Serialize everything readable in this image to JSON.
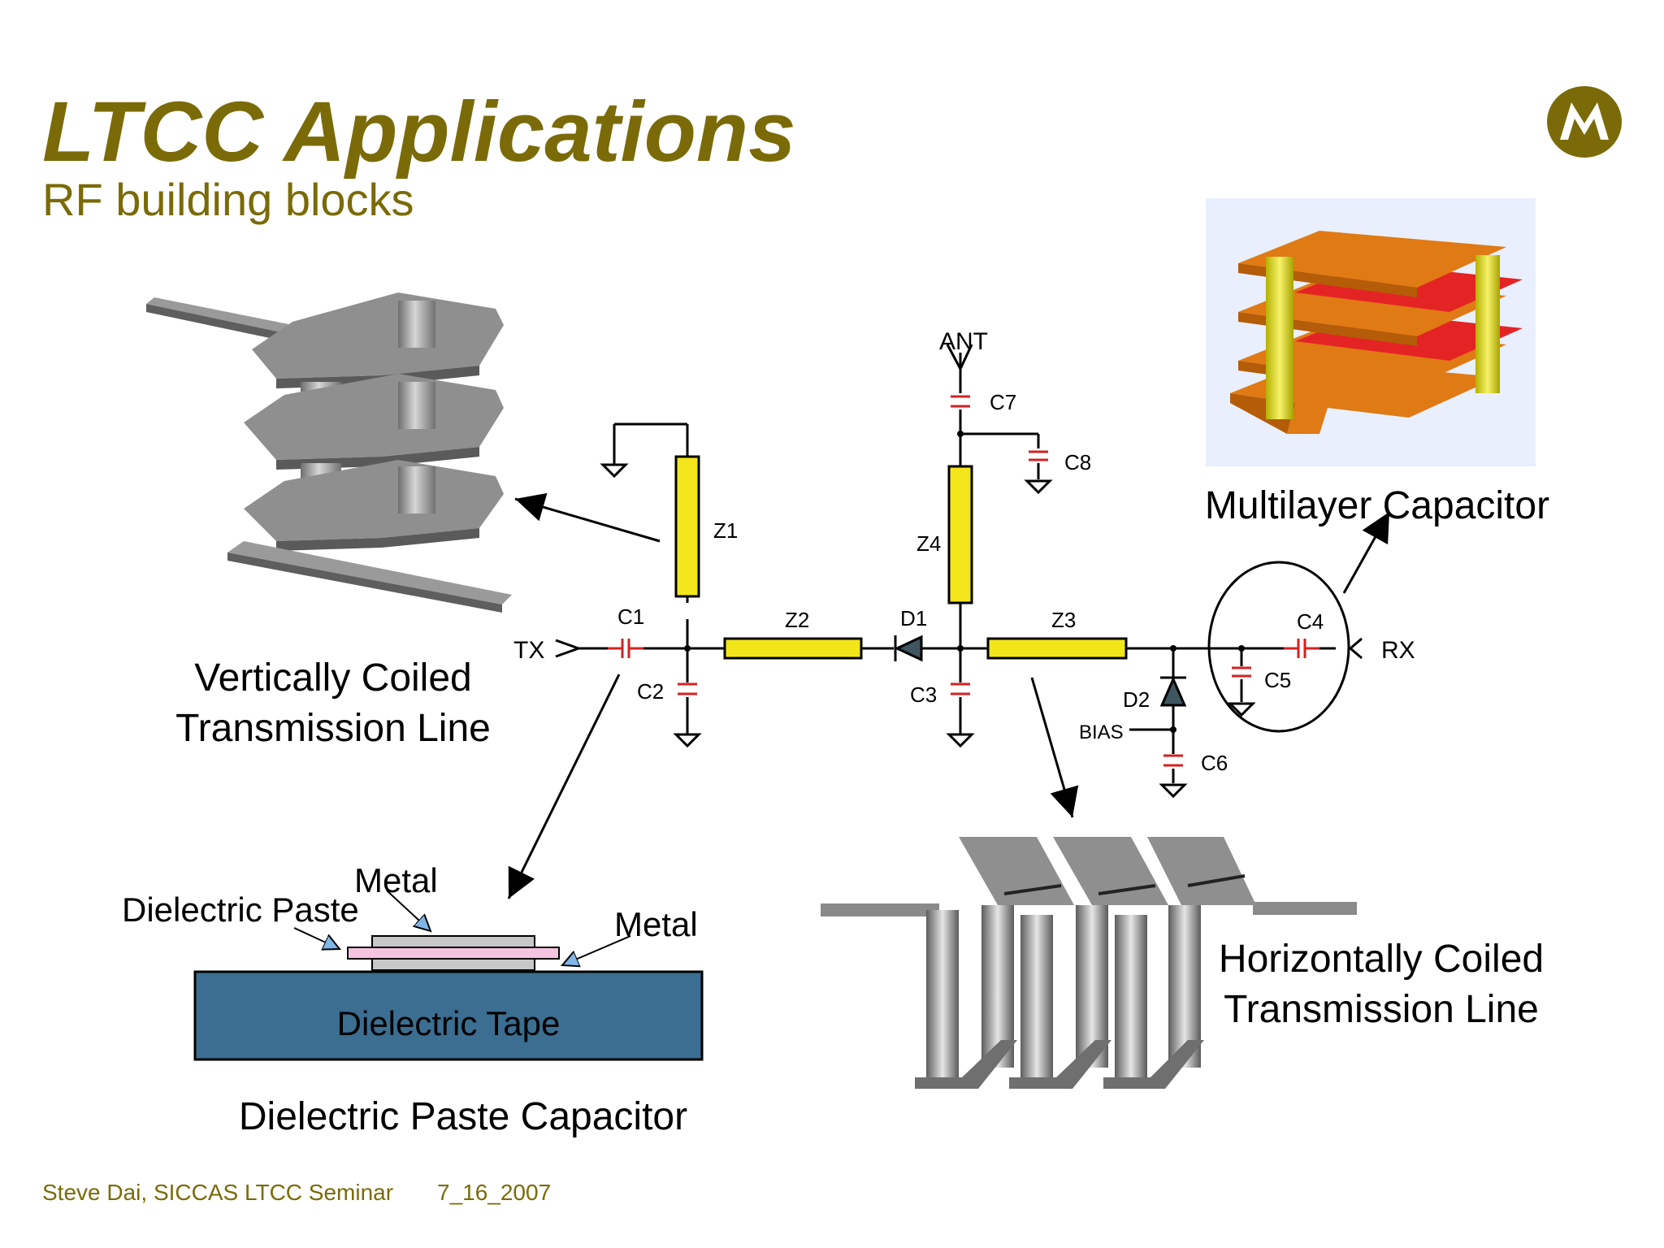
{
  "colors": {
    "brand_olive": "#7a6b08",
    "schematic_line": "#000000",
    "capacitor_red": "#d62020",
    "line_segment_yellow": "#f2e61a",
    "diode_fill": "#3f5560",
    "tape_fill": "#3b6e91",
    "paste_pink": "#f6c4e0",
    "metal_grey": "#c8c8c8"
  },
  "slide": {
    "title": "LTCC Applications",
    "subtitle": "RF building blocks",
    "logo": "motorola-logo"
  },
  "vertical_coil": {
    "caption_line1": "Vertically Coiled",
    "caption_line2": "Transmission Line"
  },
  "multilayer_cap": {
    "caption": "Multilayer Capacitor"
  },
  "horizontal_coil": {
    "caption_line1": "Horizontally Coiled",
    "caption_line2": "Transmission Line"
  },
  "paste_cap": {
    "caption": "Dielectric Paste Capacitor",
    "label_metal_top": "Metal",
    "label_dielectric_paste": "Dielectric Paste",
    "label_metal_right": "Metal",
    "label_tape": "Dielectric Tape"
  },
  "schematic": {
    "tx": "TX",
    "rx": "RX",
    "ant": "ANT",
    "bias": "BIAS",
    "c1": "C1",
    "c2": "C2",
    "c3": "C3",
    "c4": "C4",
    "c5": "C5",
    "c6": "C6",
    "c7": "C7",
    "c8": "C8",
    "z1": "Z1",
    "z2": "Z2",
    "z3": "Z3",
    "z4": "Z4",
    "d1": "D1",
    "d2": "D2"
  },
  "footer": {
    "author": "Steve Dai, SICCAS LTCC Seminar",
    "date": "7_16_2007"
  }
}
